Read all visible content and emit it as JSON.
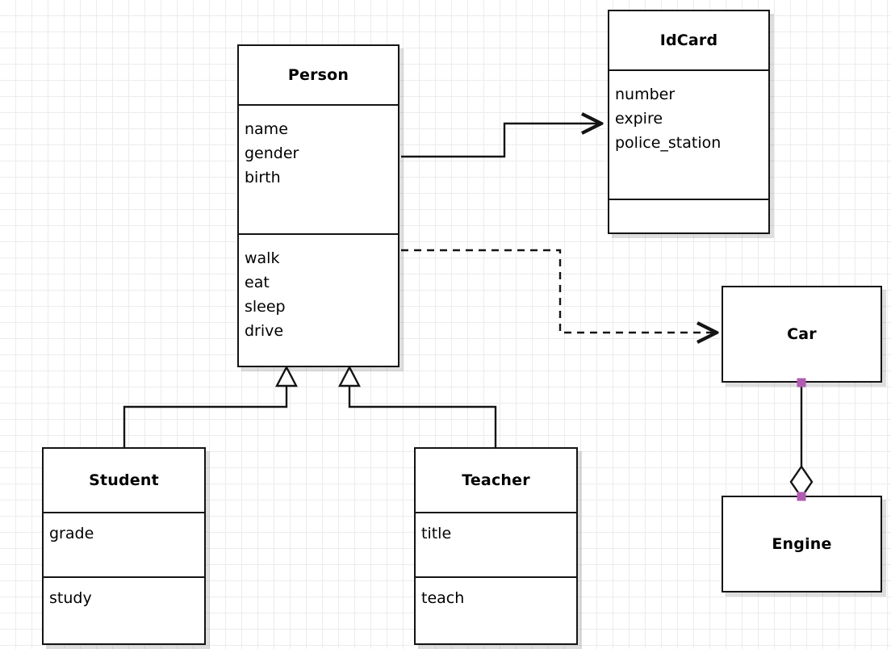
{
  "diagram": {
    "kind": "uml-class-diagram",
    "background": "#ffffff",
    "grid_color": "#ececec",
    "line_color": "#141414",
    "handle_color": "#b05cb0"
  },
  "classes": {
    "person": {
      "name": "Person",
      "attributes": [
        "name",
        "gender",
        "birth"
      ],
      "operations": [
        "walk",
        "eat",
        "sleep",
        "drive"
      ]
    },
    "idcard": {
      "name": "IdCard",
      "attributes": [
        "number",
        "expire",
        "police_station"
      ],
      "operations": []
    },
    "student": {
      "name": "Student",
      "attributes": [
        "grade"
      ],
      "operations": [
        "study"
      ]
    },
    "teacher": {
      "name": "Teacher",
      "attributes": [
        "title"
      ],
      "operations": [
        "teach"
      ]
    },
    "car": {
      "name": "Car",
      "attributes": [],
      "operations": []
    },
    "engine": {
      "name": "Engine",
      "attributes": [],
      "operations": []
    }
  },
  "relationships": [
    {
      "id": "person-idcard",
      "type": "association",
      "from": "Person",
      "to": "IdCard",
      "style": "solid",
      "head": "open-arrow"
    },
    {
      "id": "person-car",
      "type": "dependency",
      "from": "Person",
      "to": "Car",
      "style": "dashed",
      "head": "open-arrow"
    },
    {
      "id": "student-person",
      "type": "generalization",
      "from": "Student",
      "to": "Person",
      "style": "solid",
      "head": "hollow-triangle"
    },
    {
      "id": "teacher-person",
      "type": "generalization",
      "from": "Teacher",
      "to": "Person",
      "style": "solid",
      "head": "hollow-triangle"
    },
    {
      "id": "car-engine",
      "type": "aggregation",
      "from": "Car",
      "to": "Engine",
      "style": "solid",
      "head": "hollow-diamond"
    }
  ]
}
